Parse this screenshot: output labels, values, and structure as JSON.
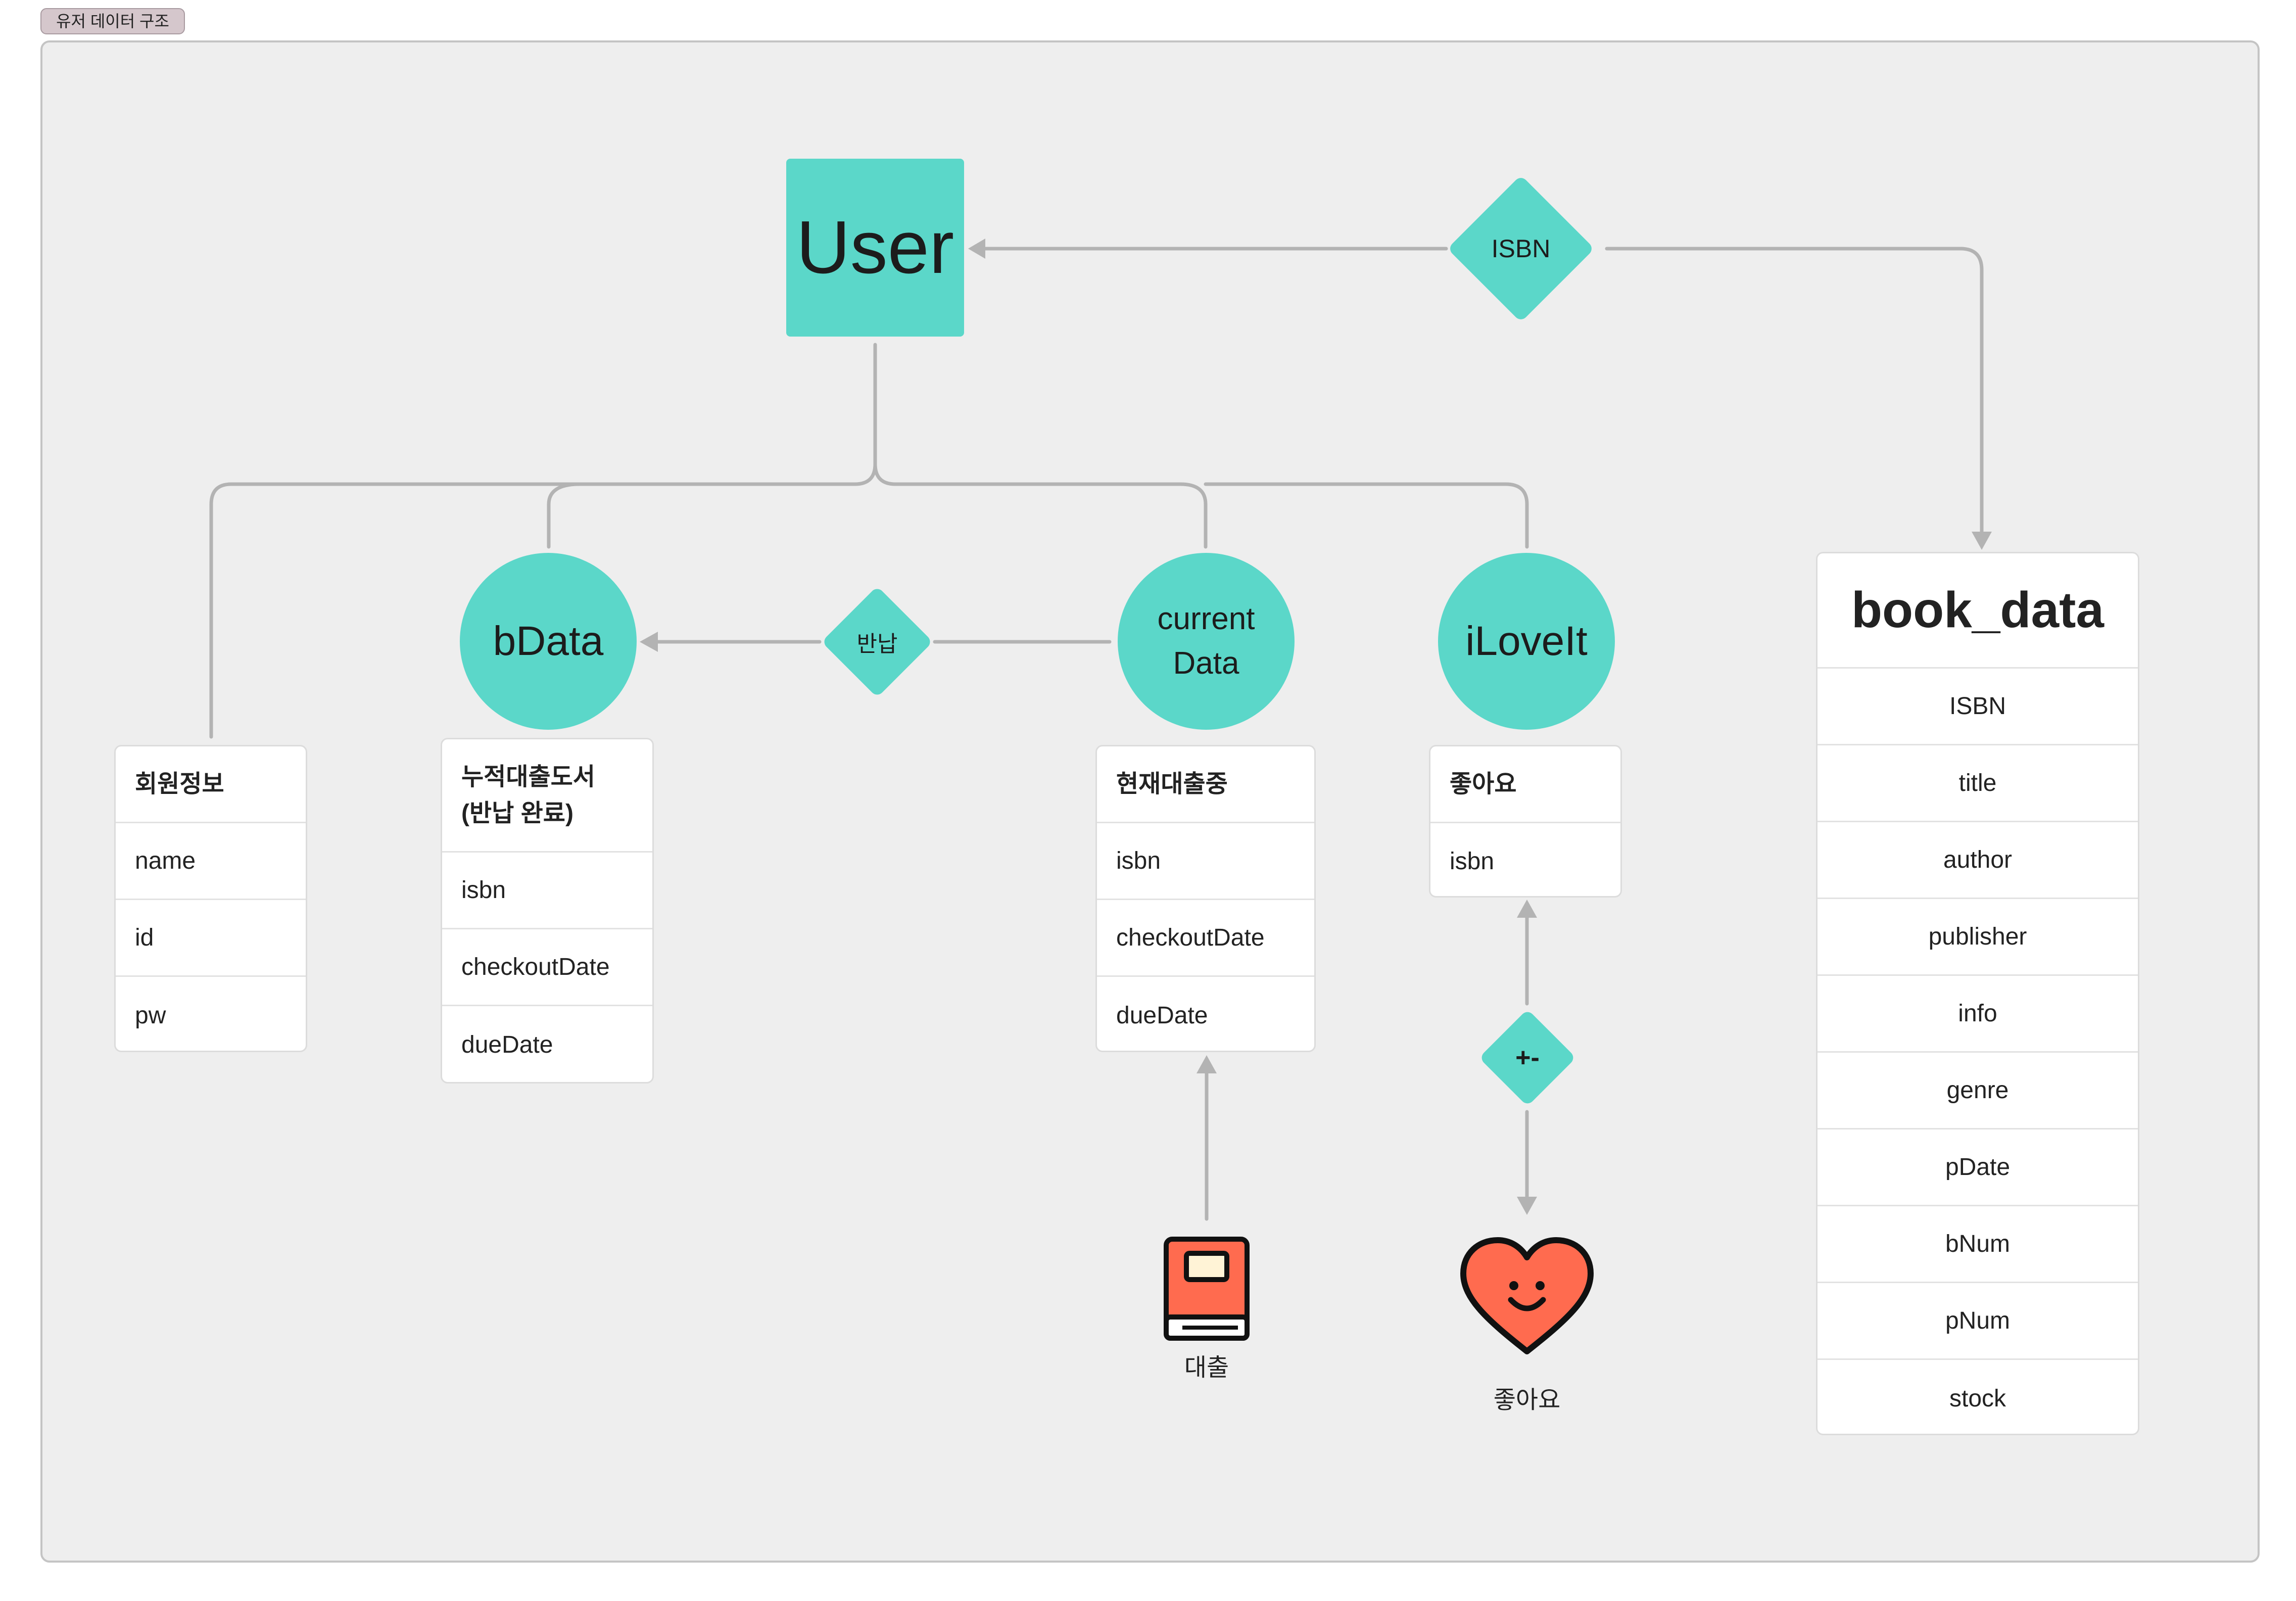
{
  "section_tag": "유저 데이터 구조",
  "colors": {
    "node": "#5bd7c9",
    "edge": "#b3b3b3",
    "frame": "#eeeeee",
    "book_icon": "#ff6b4f",
    "heart_icon": "#ff6b4f"
  },
  "nodes": {
    "user": "User",
    "bdata": "bData",
    "current_data_line1": "current",
    "current_data_line2": "Data",
    "ilove_it": "iLoveIt"
  },
  "diamonds": {
    "isbn": "ISBN",
    "return": "반납",
    "plus_minus": "+-"
  },
  "cards": {
    "member_info": {
      "title": "회원정보",
      "rows": [
        "name",
        "id",
        "pw"
      ]
    },
    "cumulative": {
      "title_line1": "누적대출도서",
      "title_line2": "(반납 완료)",
      "rows": [
        "isbn",
        "checkoutDate",
        "dueDate"
      ]
    },
    "current_loan": {
      "title": "현재대출중",
      "rows": [
        "isbn",
        "checkoutDate",
        "dueDate"
      ]
    },
    "likes": {
      "title": "좋아요",
      "rows": [
        "isbn"
      ]
    }
  },
  "book_data": {
    "title": "book_data",
    "rows": [
      "ISBN",
      "title",
      "author",
      "publisher",
      "info",
      "genre",
      "pDate",
      "bNum",
      "pNum",
      "stock"
    ]
  },
  "icons": {
    "book": {
      "name": "book-icon",
      "label": "대출"
    },
    "heart": {
      "name": "smiling-heart-icon",
      "label": "좋아요"
    }
  }
}
